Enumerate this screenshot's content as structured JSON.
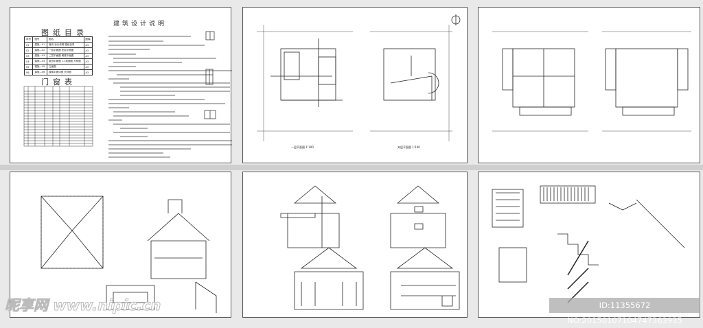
{
  "sheet1": {
    "index_title": "图纸目录",
    "index_headers": [
      "序号",
      "图号",
      "图名",
      "图幅"
    ],
    "index_rows": [
      [
        "01",
        "建施—01",
        "首页 设计说明 图纸目录",
        "A3"
      ],
      [
        "02",
        "建施—02",
        "一层平面图 夹层平面图",
        "A3"
      ],
      [
        "03",
        "建施—03",
        "二层平面图 阁楼平面图",
        "A3"
      ],
      [
        "04",
        "建施—04",
        "屋顶平面图 1-1剖面图 大样图",
        "A3"
      ],
      [
        "05",
        "建施—05",
        "立面图",
        "A3"
      ],
      [
        "06",
        "建施—06",
        "楼梯平面详图 大样图",
        "A3"
      ]
    ],
    "door_window_title": "门窗表",
    "notes_title": "建筑设计说明"
  },
  "watermark": {
    "site": "昵享网 www.nipic.cn",
    "id_text": "ID:11355672 NO:20150107104747363935"
  },
  "colors": {
    "line": "#222222",
    "background": "#e9e9e9",
    "paper": "#ffffff"
  }
}
